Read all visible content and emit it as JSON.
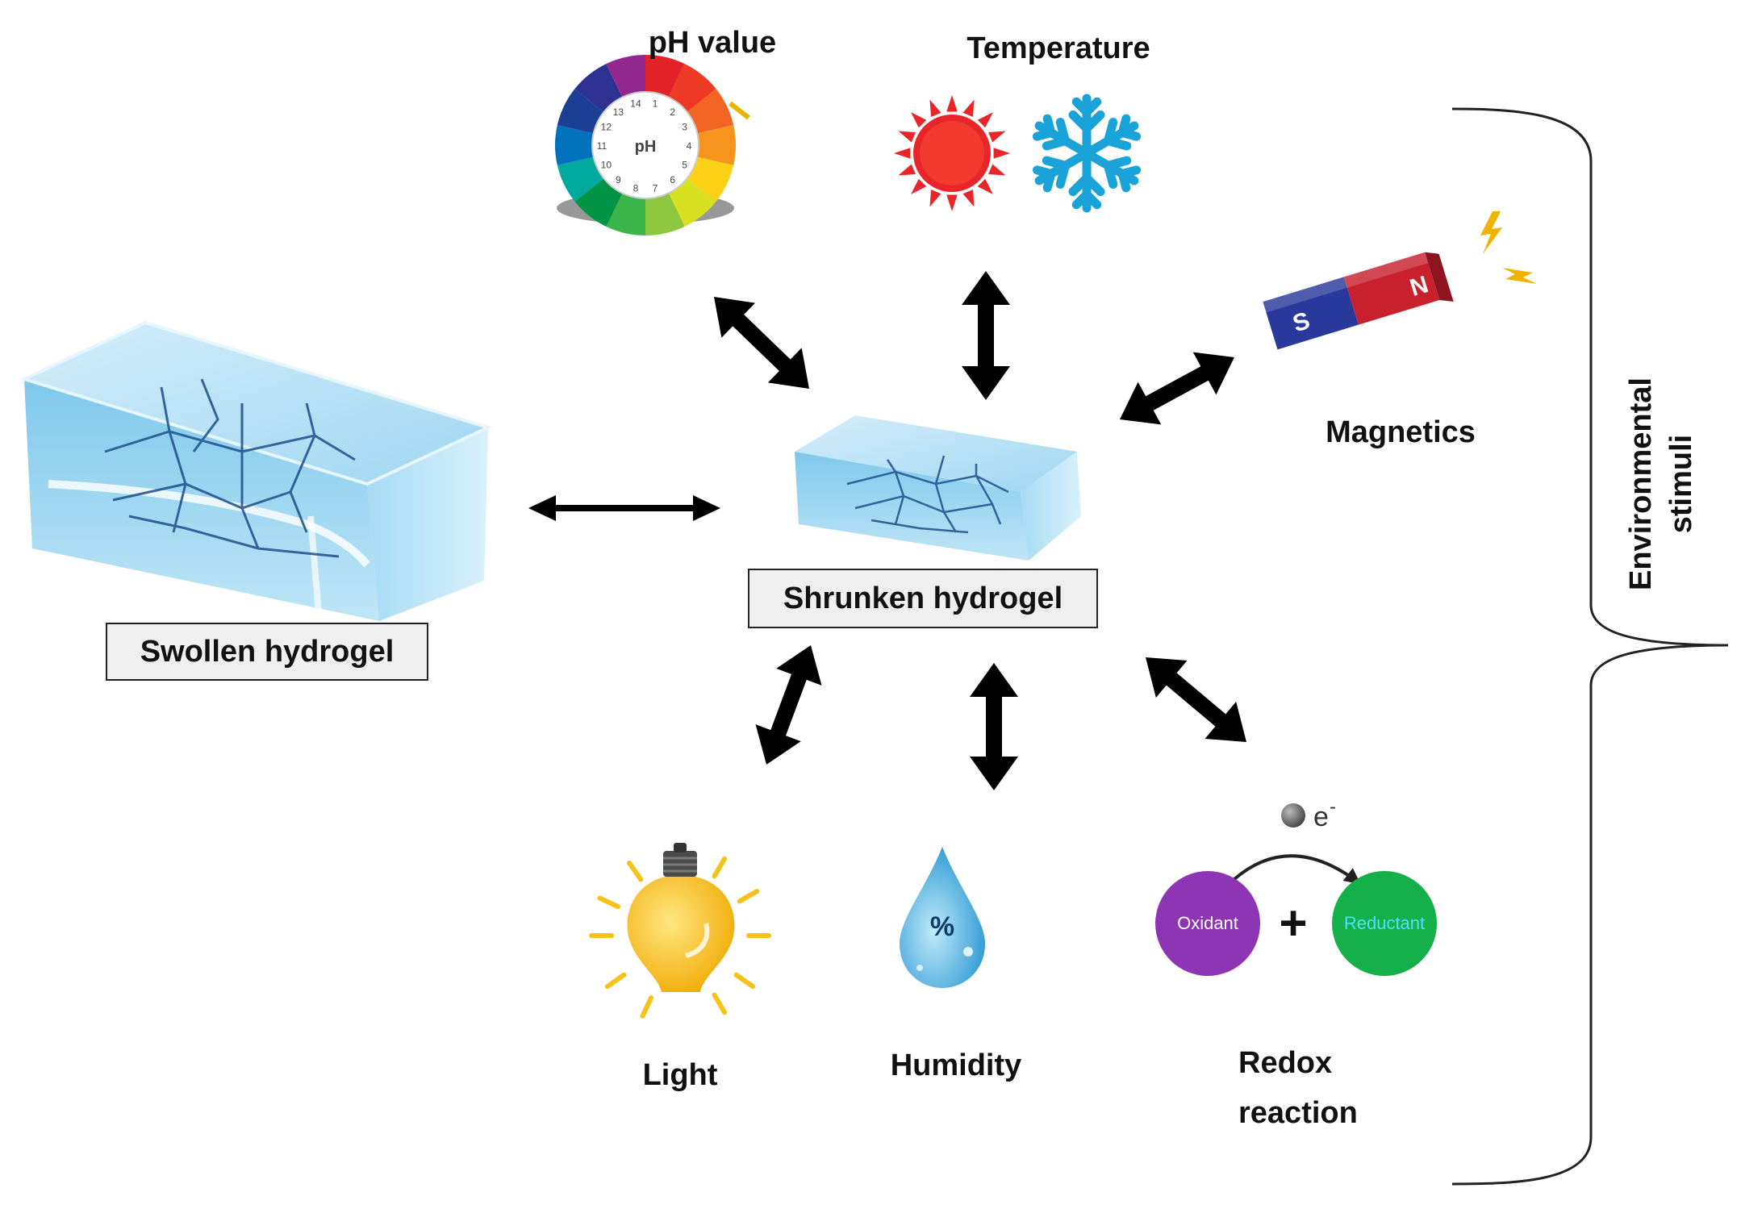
{
  "labels": {
    "ph": "pH value",
    "temperature": "Temperature",
    "magnetics": "Magnetics",
    "light": "Light",
    "humidity": "Humidity",
    "redox_line1": "Redox",
    "redox_line2": "reaction",
    "env_line1": "Environmental",
    "env_line2": "stimuli",
    "swollen": "Swollen hydrogel",
    "shrunken": "Shrunken hydrogel"
  },
  "icons": {
    "ph_center": "pH",
    "ph_numbers": [
      "1",
      "2",
      "3",
      "4",
      "5",
      "6",
      "7",
      "8",
      "9",
      "10",
      "11",
      "12",
      "13",
      "14"
    ],
    "magnet_s": "S",
    "magnet_n": "N",
    "humidity_symbol": "%",
    "electron": "e",
    "electron_sign": "-",
    "oxidant": "Oxidant",
    "reductant": "Reductant",
    "plus": "+"
  },
  "colors": {
    "arrow": "#000000",
    "hydrogel": "#8fd0f0",
    "sun": "#e8262a",
    "snowflake": "#1aa3d9",
    "magnet_red": "#c8202c",
    "magnet_blue": "#2a3a9c",
    "bulb": "#f6c21a",
    "drop": "#2aa6de",
    "oxidant": "#8e35b5",
    "reductant": "#16b04a"
  }
}
